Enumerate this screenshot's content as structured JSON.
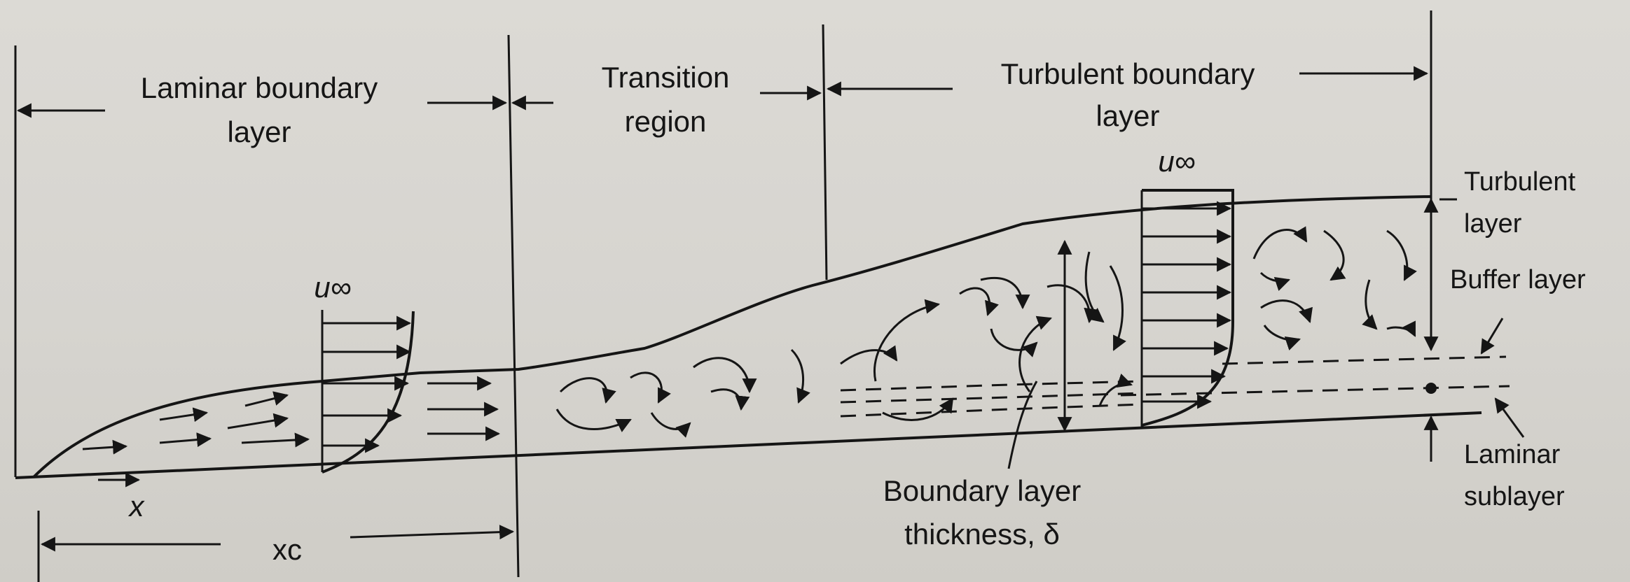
{
  "labels": {
    "laminar_line1": "Laminar boundary",
    "laminar_line2": "layer",
    "transition_line1": "Transition",
    "transition_line2": "region",
    "turbulent_line1": "Turbulent boundary",
    "turbulent_line2": "layer",
    "u_inf_laminar": "u∞",
    "u_inf_turbulent": "u∞",
    "turbulent_layer_line1": "Turbulent",
    "turbulent_layer_line2": "layer",
    "buffer_layer": "Buffer layer",
    "laminar_sublayer_line1": "Laminar",
    "laminar_sublayer_line2": "sublayer",
    "thickness_line1": "Boundary layer",
    "thickness_line2": "thickness, δ",
    "x": "x",
    "xc": "xc"
  }
}
